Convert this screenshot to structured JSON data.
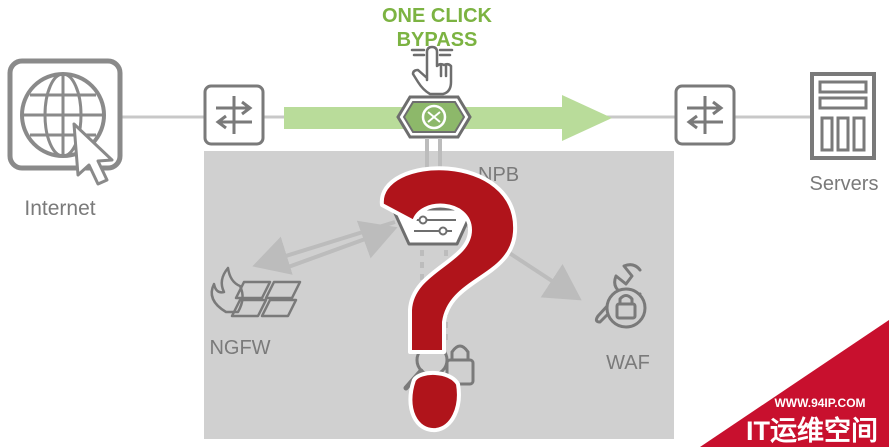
{
  "bypass": {
    "line1": "ONE CLICK",
    "line2": "BYPASS"
  },
  "nodes": {
    "internet": "Internet",
    "servers": "Servers",
    "npb": "NPB",
    "ngfw": "NGFW",
    "waf": "WAF"
  },
  "watermark": {
    "url": "WWW.94IP.COM",
    "brand": "IT运维空间"
  },
  "colors": {
    "accent_green": "#7cb342",
    "bypass_arrow": "#b9dc9a",
    "panel_gray": "#d0d0d0",
    "icon_gray": "#8a8a8a",
    "question_red": "#b0141b",
    "watermark_red": "#c8102e"
  },
  "icons": {
    "internet": "globe-cursor-icon",
    "switch_left": "switch-icon",
    "switch_right": "switch-icon",
    "bypass_device": "bypass-switch-icon",
    "hand": "hand-pointer-icon",
    "npb": "filter-funnel-icon",
    "ngfw": "firewall-flame-icon",
    "waf": "wrench-lock-icon",
    "ips": "magnifier-lock-icon",
    "servers": "server-rack-icon",
    "overlay": "question-mark-icon"
  }
}
